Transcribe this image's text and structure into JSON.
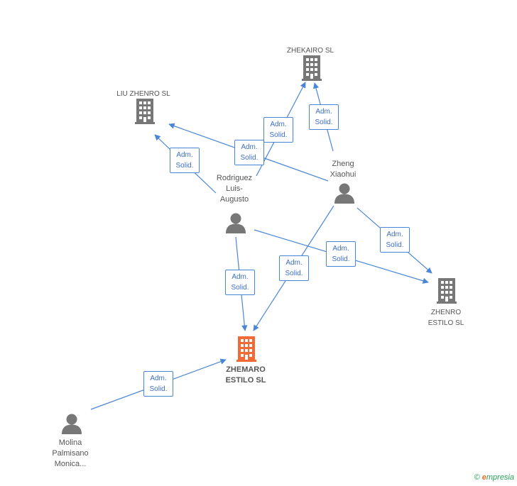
{
  "colors": {
    "edge": "#4a86d8",
    "company": "#777777",
    "main_company": "#f26a35",
    "person": "#777777"
  },
  "nodes": {
    "zhekairo": {
      "label": "ZHEKAIRO SL",
      "type": "company"
    },
    "liu_zhenro": {
      "label": "LIU ZHENRO SL",
      "type": "company"
    },
    "zheng": {
      "label": "Zheng\nXiaohui",
      "type": "person"
    },
    "rodriguez": {
      "label": "Rodriguez\nLuis-\nAugusto",
      "type": "person"
    },
    "zhenro_estilo": {
      "label": "ZHENRO\nESTILO SL",
      "type": "company"
    },
    "zhemaro": {
      "label": "ZHEMARO\nESTILO SL",
      "type": "main-company"
    },
    "molina": {
      "label": "Molina\nPalmisano\nMonica...",
      "type": "person"
    }
  },
  "edges": [
    {
      "from": "rodriguez",
      "to": "zhekairo",
      "label_line1": "Adm.",
      "label_line2": "Solid."
    },
    {
      "from": "zheng",
      "to": "zhekairo",
      "label_line1": "Adm.",
      "label_line2": "Solid."
    },
    {
      "from": "zheng",
      "to": "liu_zhenro",
      "label_line1": "Adm.",
      "label_line2": "Solid."
    },
    {
      "from": "rodriguez",
      "to": "liu_zhenro",
      "label_line1": "Adm.",
      "label_line2": "Solid."
    },
    {
      "from": "zheng",
      "to": "zhenro_estilo",
      "label_line1": "Adm.",
      "label_line2": "Solid."
    },
    {
      "from": "rodriguez",
      "to": "zhenro_estilo",
      "label_line1": "Adm.",
      "label_line2": "Solid."
    },
    {
      "from": "rodriguez",
      "to": "zhemaro",
      "label_line1": "Adm.",
      "label_line2": "Solid."
    },
    {
      "from": "zheng",
      "to": "zhemaro",
      "label_line1": "Adm.",
      "label_line2": "Solid."
    },
    {
      "from": "molina",
      "to": "zhemaro",
      "label_line1": "Adm.",
      "label_line2": "Solid."
    }
  ],
  "footer": {
    "copyright": "©",
    "brand_initial": "e",
    "brand_rest": "mpresia"
  }
}
